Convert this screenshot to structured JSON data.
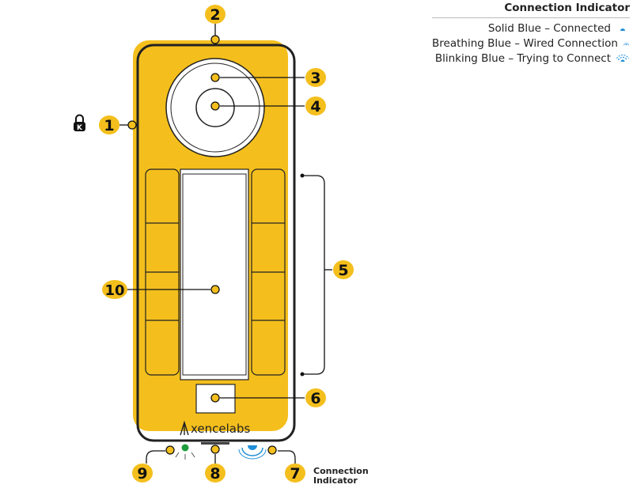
{
  "legend": {
    "title": "Connection Indicator",
    "items": [
      {
        "label": "Solid Blue – Connected",
        "icon": "solid-dot-icon"
      },
      {
        "label": "Breathing Blue – Wired Connection",
        "icon": "breathing-dot-icon"
      },
      {
        "label": "Blinking Blue – Trying to Connect",
        "icon": "blinking-dot-icon"
      }
    ]
  },
  "device": {
    "brand": "xencelabs",
    "colors": {
      "body": "#F4BF1D",
      "outline": "#222222",
      "led_green": "#1E9E3E",
      "led_blue": "#1F8FD8"
    }
  },
  "callouts": [
    "1",
    "2",
    "3",
    "4",
    "5",
    "6",
    "7",
    "8",
    "9",
    "10"
  ],
  "indicator_caption": [
    "Connection",
    "Indicator"
  ],
  "icons": {
    "lock": "kensington-lock-icon"
  }
}
